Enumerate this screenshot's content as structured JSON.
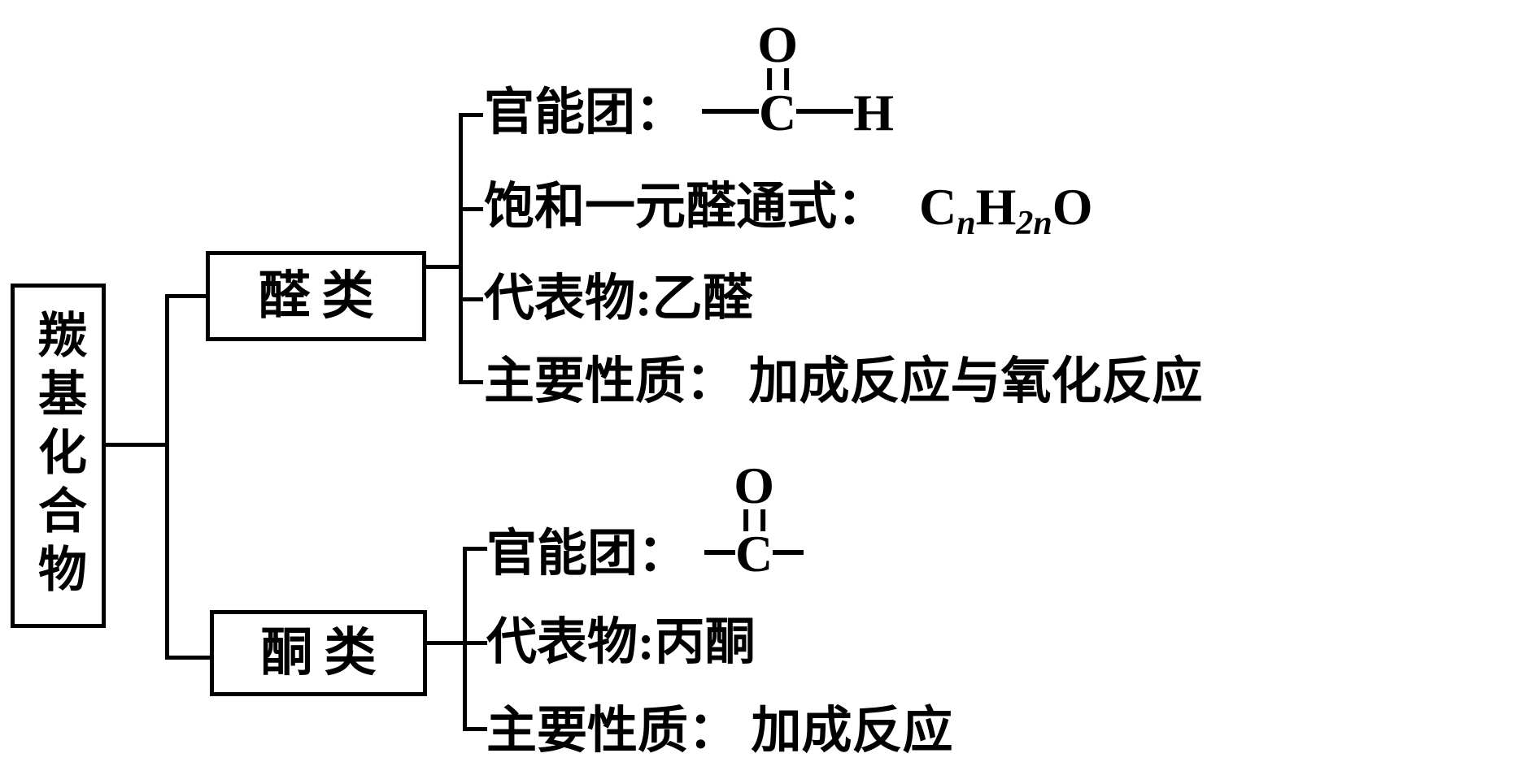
{
  "colors": {
    "ink": "#000000",
    "background": "#ffffff"
  },
  "root": {
    "label": "羰基化合物"
  },
  "aldehyde": {
    "box_label": "醛类",
    "functional_group_label": "官能团：",
    "functional_group": {
      "oxygen": "O",
      "carbon": "C",
      "hydrogen": "H"
    },
    "general_formula_label": "饱和一元醛通式：",
    "general_formula": {
      "c": "C",
      "n": "n",
      "h": "H",
      "two_n": "2n",
      "o": "O"
    },
    "representative_label": "代表物:乙醛",
    "properties_label": "主要性质： 加成反应与氧化反应"
  },
  "ketone": {
    "box_label": "酮类",
    "functional_group_label": "官能团：",
    "functional_group": {
      "oxygen": "O",
      "carbon": "C"
    },
    "representative_label": "代表物:丙酮",
    "properties_label": "主要性质： 加成反应"
  }
}
